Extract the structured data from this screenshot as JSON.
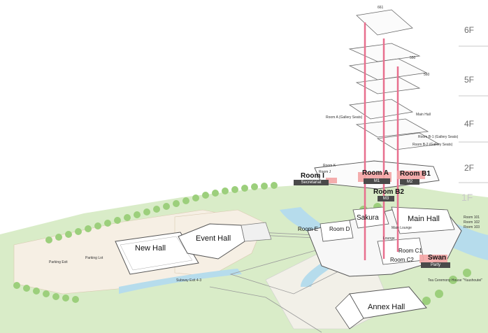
{
  "floors": [
    {
      "key": "f6",
      "label": "6F"
    },
    {
      "key": "f5",
      "label": "5F"
    },
    {
      "key": "f4",
      "label": "4F"
    },
    {
      "key": "f2",
      "label": "2F"
    },
    {
      "key": "f1",
      "label": "1F"
    }
  ],
  "venues": {
    "new_hall": "New Hall",
    "event_hall": "Event Hall",
    "main_hall": "Main Hall",
    "annex_hall": "Annex Hall",
    "sakura": "Sakura",
    "room_a": "Room A",
    "room_b1": "Room B1",
    "room_b2": "Room B2",
    "room_i": "Room I",
    "room_e": "Room E",
    "room_d": "Room D",
    "room_c1": "Room C1",
    "room_c2": "Room C2",
    "swan": "Swan"
  },
  "tags": {
    "secretariat": "Secretariat",
    "m1": "M1",
    "m2": "M2",
    "m3": "M3",
    "party": "Party"
  },
  "small_labels": {
    "parking_exit": "Parking Exit",
    "parking_lot": "Parking Lot",
    "subway_exit": "Subway Exit 4-3",
    "main_hall_upper": "Main Hall",
    "room_a_gallery": "Room A (Gallery Seats)",
    "room_b1_gallery": "Room B-1 (Gallery Seats)",
    "room_b2_gallery": "Room B-2 (Gallery Seats)",
    "room_k": "Room K",
    "room_j": "Room J",
    "room_101": "Room 101",
    "room_102": "Room 102",
    "room_103": "Room 103",
    "main_lounge": "Main Lounge",
    "lounge": "Lounge",
    "tea_house": "Tea Ceremony House \"Yuushoutei\"",
    "s61": "661",
    "s55": "550",
    "s56": "560"
  },
  "colors": {
    "highlight": "#f3a4a4",
    "elevator": "#e86f8e",
    "tag_bg": "#4a4a4a",
    "park": "#d9ecc8",
    "water": "#b6dcec",
    "trees": "#9ccf7c",
    "sand": "#f6efe4"
  }
}
